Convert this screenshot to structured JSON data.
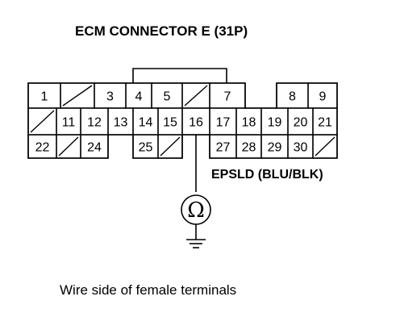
{
  "title": "ECM CONNECTOR E (31P)",
  "wire_label": "EPSLD (BLU/BLK)",
  "caption": "Wire side of female terminals",
  "meter_symbol": "Ω",
  "colors": {
    "ink": "#000000",
    "background": "#ffffff"
  },
  "connector": {
    "rows": [
      [
        "1",
        "/",
        "3",
        "4",
        "5",
        "/",
        "7",
        "",
        "8",
        "9"
      ],
      [
        "/",
        "11",
        "12",
        "13",
        "14",
        "15",
        "16",
        "17",
        "18",
        "19",
        "20",
        "21"
      ],
      [
        "22",
        "/",
        "24",
        "",
        "25",
        "/",
        "",
        "27",
        "28",
        "29",
        "30",
        "/"
      ]
    ],
    "probe_terminal": "16"
  }
}
